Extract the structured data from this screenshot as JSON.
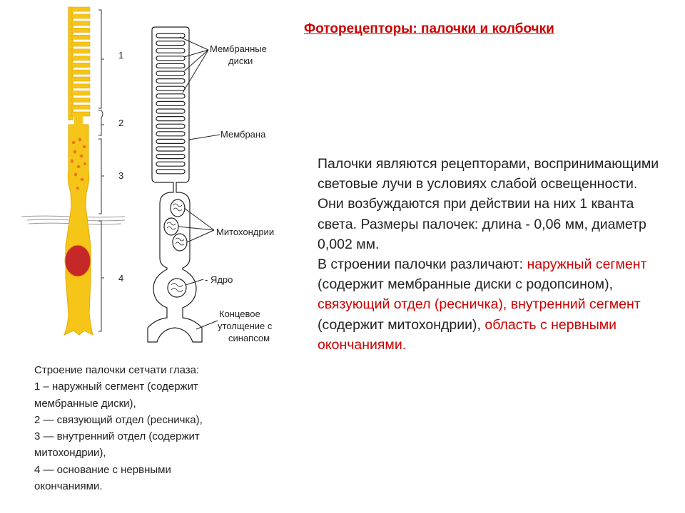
{
  "title": "Фоторецепторы: палочки и колбочки",
  "figure": {
    "segment_numbers": [
      "1",
      "2",
      "3",
      "4"
    ],
    "labels": {
      "membrane_discs": [
        "Мембранные",
        "диски"
      ],
      "membrane": "Мембрана",
      "mitochondria": "Митохондрии",
      "nucleus": "- Ядро",
      "terminal": [
        "Концевое",
        "утолщение с",
        "синапсом"
      ]
    },
    "colors": {
      "rod_fill": "#f5c518",
      "rod_edge": "#e8a800",
      "mito": "#f07020",
      "nucleus": "#c62828"
    }
  },
  "caption": [
    "Строение палочки сетчати глаза:",
    "1 – наружный сегмент (содержит",
    "мембранные диски),",
    "2 — связующий отдел (ресничка),",
    "3 — внутренний отдел (содержит",
    "митохондрии),",
    "4 — основание с нервными",
    "окончаниями."
  ],
  "body": {
    "intro": "Палочки являются рецепторами, воспринимающими световые лучи в условиях слабой освещенности. Они возбуждаются при действии на них 1 кванта света. Размеры палочек: длина - 0,06 мм, диаметр 0,002 мм.",
    "lead": " В строении палочки различают: ",
    "outer_segment": "наружный сегмент",
    "outer_note": " (содержит мембранные диски с родопсином), ",
    "connecting": "связующий отдел (ресничка), внутренний сегмент",
    "inner_note": " (содержит митохондрии), ",
    "base": "область с нервными окончаниями."
  }
}
